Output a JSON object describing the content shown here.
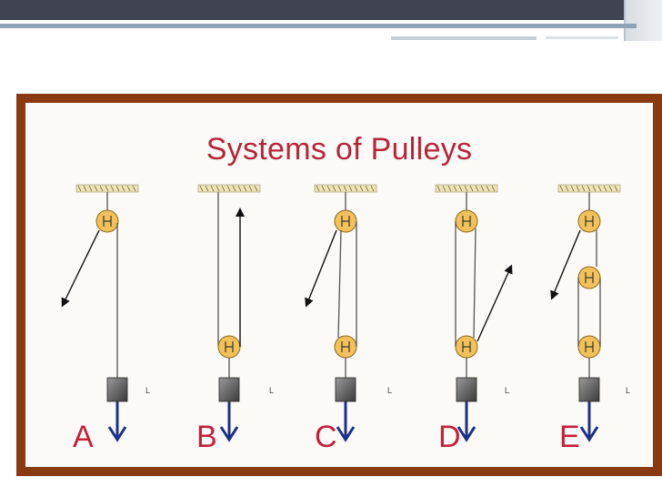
{
  "title": "Systems of Pulleys",
  "systems": [
    {
      "label": "A",
      "weight_label": "L"
    },
    {
      "label": "B",
      "weight_label": "L"
    },
    {
      "label": "C",
      "weight_label": "L"
    },
    {
      "label": "D",
      "weight_label": "L"
    },
    {
      "label": "E",
      "weight_label": "L"
    }
  ],
  "colors": {
    "frame": "#8a3a10",
    "title": "#b8243a",
    "letters": "#c4203c",
    "arrows": "#1c2f8a",
    "pulley": "#f2c15a",
    "ceiling": "#efe3b8"
  }
}
